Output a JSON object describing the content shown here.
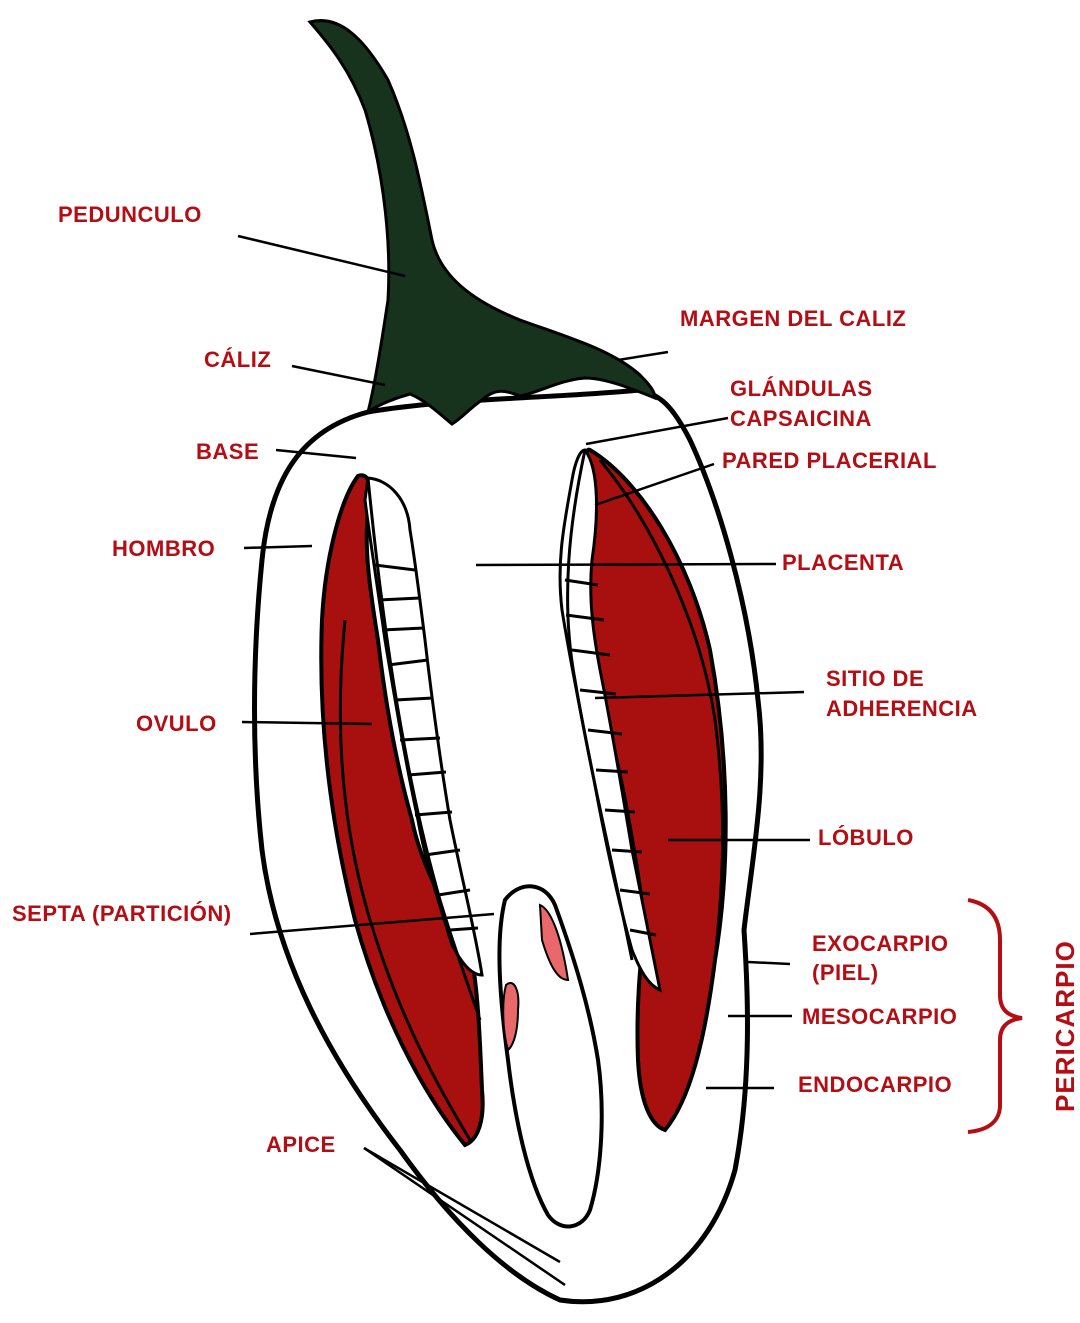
{
  "colors": {
    "label": "#b40e14",
    "stem": "#17331e",
    "locule": "#a80f0f",
    "gland": "#e8686c",
    "outline": "#000000",
    "flesh": "#ffffff"
  },
  "labels": {
    "pedunculo": "PEDUNCULO",
    "margen_caliz": "MARGEN DEL CALIZ",
    "caliz": "CÁLIZ",
    "glandulas_1": "GLÁNDULAS",
    "glandulas_2": "CAPSAICINA",
    "base": "BASE",
    "pared_placerial": "PARED PLACERIAL",
    "hombro": "HOMBRO",
    "placenta": "PLACENTA",
    "sitio_1": "SITIO DE",
    "sitio_2": "ADHERENCIA",
    "ovulo": "OVULO",
    "lobulo": "LÓBULO",
    "septa": "SEPTA (PARTICIÓN)",
    "exocarpio_1": "EXOCARPIO",
    "exocarpio_2": "(PIEL)",
    "mesocarpio": "MESOCARPIO",
    "endocarpio": "ENDOCARPIO",
    "pericarpio": "PERICARPIO",
    "apice": "APICE"
  }
}
